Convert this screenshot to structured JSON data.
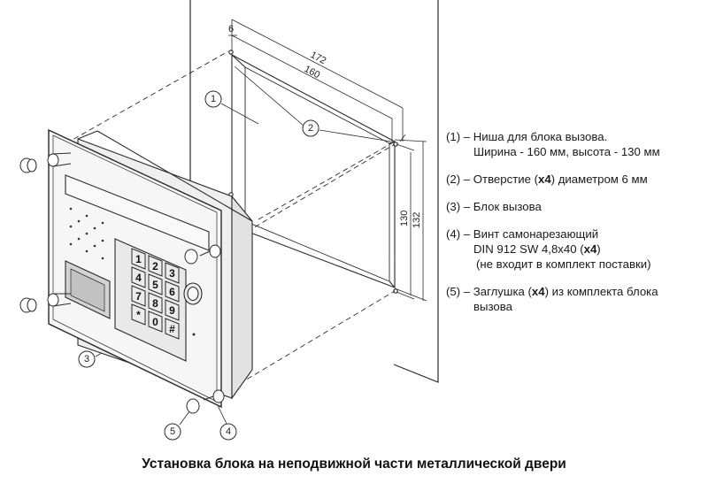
{
  "dimensions": {
    "d6": "6",
    "d172": "172",
    "d160": "160",
    "d130": "130",
    "d132": "132"
  },
  "callouts": [
    "1",
    "2",
    "3",
    "4",
    "5"
  ],
  "keypad": {
    "keys": [
      "1",
      "2",
      "3",
      "4",
      "5",
      "6",
      "7",
      "8",
      "9",
      "*",
      "0",
      "#"
    ]
  },
  "legend": {
    "item1": {
      "line1": "(1) – Ниша для блока вызова.",
      "line2": "Ширина - 160 мм, высота - 130 мм"
    },
    "item2": {
      "prefix": "(2) – Отверстие (",
      "bold": "x4",
      "suffix": ") диаметром 6 мм"
    },
    "item3": {
      "line1": "(3) – Блок вызова"
    },
    "item4": {
      "line1": "(4) – Винт самонарезающий",
      "line2_prefix": "DIN 912 SW  4,8x40 (",
      "line2_bold": "x4",
      "line2_suffix": ")",
      "line3": "(не входит в комплект поставки)"
    },
    "item5": {
      "prefix": "(5) – Заглушка (",
      "bold": "x4",
      "suffix": ") из комплекта блока",
      "line2": "вызова"
    }
  },
  "caption": "Установка блока на неподвижной части металлической двери",
  "colors": {
    "line": "#2a2a2a",
    "panel": "#f4f4f4",
    "key": "#e6e6e6",
    "reader": "#cfcfcf"
  }
}
